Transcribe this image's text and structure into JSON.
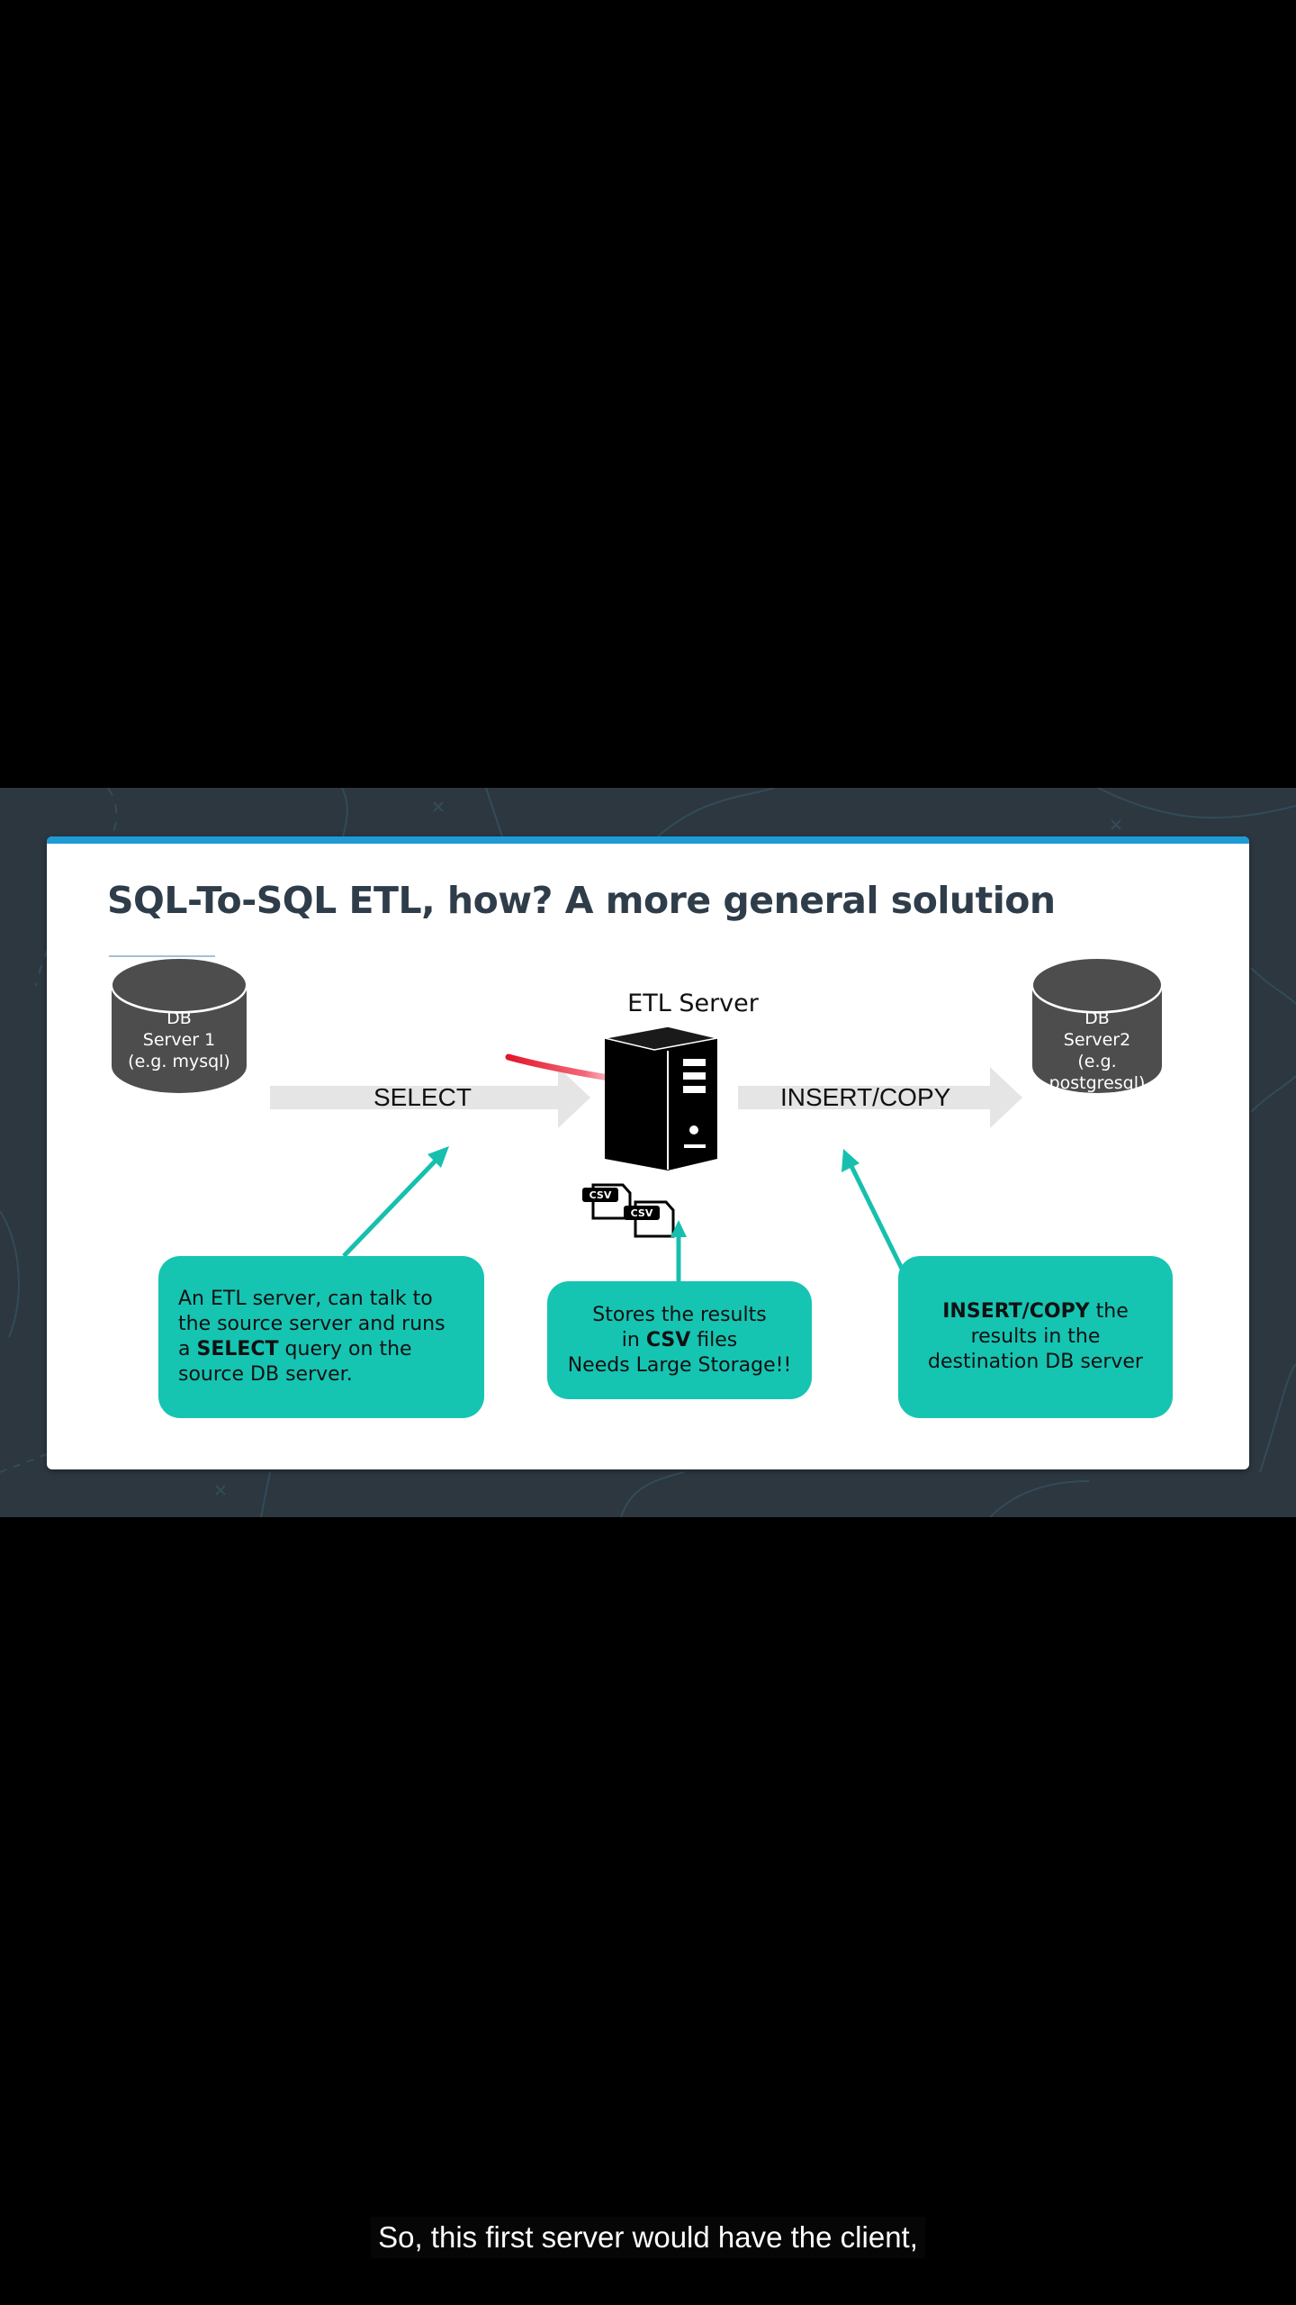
{
  "slide": {
    "title": "SQL-To-SQL ETL, how? A more general solution",
    "db_source_label": "DB\nServer 1\n(e.g. mysql)",
    "db_dest_label": "DB\nServer2\n(e.g.\npostgresql)",
    "etl_server_label": "ETL Server",
    "select_arrow_label": "SELECT",
    "insert_arrow_label": "INSERT/COPY",
    "csv_file_label": "CSV",
    "callouts": {
      "left": {
        "line1": "An ETL server, can talk to",
        "line2": "the source server and runs",
        "line3_pre": "a ",
        "line3_bold": "SELECT",
        "line3_post": " query on the",
        "line4": "source DB server."
      },
      "middle": {
        "line1": "Stores the results",
        "line2_pre": "in ",
        "line2_bold": "CSV",
        "line2_post": " files",
        "line3": "Needs Large Storage!!"
      },
      "right": {
        "line1_bold": "INSERT/COPY",
        "line1_post": " the",
        "line2": "results in the",
        "line3": "destination DB server"
      }
    }
  },
  "subtitle": "So, this first server would have the client,",
  "colors": {
    "accent_bar": "#1e9bd7",
    "callout_teal": "#16c4b2",
    "teal_arrow": "#17bfae",
    "db_cylinder": "#4d4d4d",
    "frame_bg": "#2c3740"
  }
}
